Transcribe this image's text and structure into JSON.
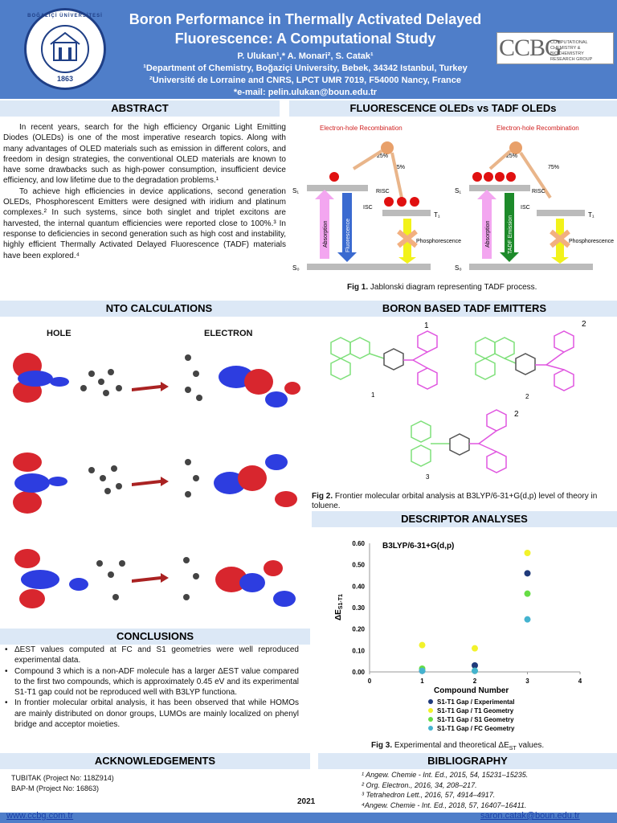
{
  "header": {
    "title": "Boron Performance in Thermally Activated Delayed Fluorescence: A Computational Study",
    "authors": "P. Ulukan¹,* A. Monari², S. Catak¹",
    "affiliation1": "¹Department of Chemistry, Boğaziçi University, Bebek, 34342 Istanbul, Turkey",
    "affiliation2": "²Université de Lorraine and CNRS, LPCT UMR 7019, F54000 Nancy, France",
    "email": "*e-mail: pelin.ulukan@boun.edu.tr",
    "logo_left_name": "BOĞAZİÇİ ÜNİVERSİTESİ",
    "logo_left_year": "1863",
    "logo_right_mark": "CCBG",
    "logo_right_text": [
      "COMPUTATIONAL",
      "CHEMISTRY & BIOCHEMISTRY",
      "RESEARCH GROUP"
    ]
  },
  "abstract": {
    "heading": "ABSTRACT",
    "p1": "In recent years, search for the high efficiency Organic Light Emitting Diodes (OLEDs) is one of the most imperative research topics. Along with many advantages of OLED materials such as emission in different colors, and freedom in design strategies, the conventional OLED materials are known to have some drawbacks such as high-power consumption, insufficient device efficiency, and low lifetime due to the degradation problems.¹",
    "p2": "To achieve high efficiencies in device applications, second generation OLEDs, Phosphorescent Emitters were designed with iridium and platinum complexes.² In such systems, since both singlet and triplet excitons are harvested, the internal quantum efficiencies were reported close to 100%.³ In response to deficiencies in second generation such as high cost and instability, highly efficient Thermally Activated Delayed Fluorescence (TADF) materials have been explored.⁴"
  },
  "fluor": {
    "heading": "FLUORESCENCE OLEDs vs TADF OLEDs",
    "recomb": "Electron-hole Recombination",
    "p25": "25%",
    "p75": "75%",
    "s1": "S₁",
    "s0": "S₀",
    "t1": "T₁",
    "risc": "RISC",
    "isc": "ISC",
    "absorption": "Absorption",
    "fluorescence": "Fluorescence",
    "tadf_emission": "TADF Emission",
    "phosphorescence": "Phosphorescence",
    "caption_bold": "Fig 1.",
    "caption": " Jablonski diagram representing TADF process."
  },
  "nto": {
    "heading": "NTO CALCULATIONS",
    "hole": "HOLE",
    "electron": "ELECTRON"
  },
  "boron": {
    "heading": "BORON BASED TADF EMITTERS",
    "n1": "1",
    "n2": "2",
    "n3": "3",
    "caption_bold": "Fig 2.",
    "caption": " Frontier molecular orbital analysis at B3LYP/6-31+G(d,p) level of theory in toluene."
  },
  "descriptor": {
    "heading": "DESCRIPTOR ANALYSES",
    "caption_bold": "Fig 3.",
    "caption": " Experimental and theoretical ΔE",
    "caption_sub": "ST",
    "caption_end": " values."
  },
  "chart_data": {
    "type": "scatter",
    "title": "B3LYP/6-31+G(d,p)",
    "xlabel": "Compound Number",
    "ylabel": "ΔE",
    "ylabel_sub": "S1-T1",
    "xlim": [
      0,
      4
    ],
    "ylim": [
      0,
      0.6
    ],
    "xticks": [
      0,
      1,
      2,
      3,
      4
    ],
    "yticks": [
      "0.00",
      "0.10",
      "0.20",
      "0.30",
      "0.40",
      "0.50",
      "0.60"
    ],
    "grid": false,
    "legend": "bottom",
    "series": [
      {
        "name": "S1-T1 Gap / Experimental",
        "color": "#1f3a7a",
        "x": [
          1,
          2,
          3
        ],
        "y": [
          0.005,
          0.03,
          0.46
        ]
      },
      {
        "name": "S1-T1 Gap / T1 Geometry",
        "color": "#f2f22a",
        "x": [
          1,
          2,
          3
        ],
        "y": [
          0.125,
          0.11,
          0.555
        ]
      },
      {
        "name": "S1-T1 Gap / S1 Geometry",
        "color": "#66dd44",
        "x": [
          1,
          2,
          3
        ],
        "y": [
          0.015,
          0.005,
          0.365
        ]
      },
      {
        "name": "S1-T1 Gap / FC Geometry",
        "color": "#44b3cf",
        "x": [
          1,
          2,
          3
        ],
        "y": [
          0.005,
          0.005,
          0.245
        ]
      }
    ]
  },
  "conclusions": {
    "heading": "CONCLUSIONS",
    "items": [
      "ΔEST values computed at FC and S1 geometries were well reproduced experimental data.",
      "Compound 3 which is a non-ADF molecule has a larger ΔEST value compared to the first two compounds, which is approximately 0.45 eV and its experimental S1-T1 gap could not be reproduced well with B3LYP functiona.",
      "In frontier molecular orbital analysis, it has been observed that while HOMOs are mainly distributed on donor groups, LUMOs are mainly localized on phenyl bridge and acceptor moieties."
    ]
  },
  "ack": {
    "heading": "ACKNOWLEDGEMENTS",
    "l1": "TUBITAK (Project No: 118Z914)",
    "l2": "BAP-M (Project No: 16863)"
  },
  "biblio": {
    "heading": "BIBLIOGRAPHY",
    "items": [
      "¹ Angew. Chemie - Int. Ed., 2015, 54, 15231–15235.",
      "² Org. Electron., 2016, 34, 208–217.",
      "³ Tetrahedron Lett., 2016, 57, 4914–4917.",
      "⁴Angew. Chemie - Int. Ed., 2018, 57, 16407–16411."
    ]
  },
  "footer": {
    "year": "2021",
    "website": "www.ccbg.com.tr",
    "email": "saron.catak@boun.edu.tr"
  }
}
